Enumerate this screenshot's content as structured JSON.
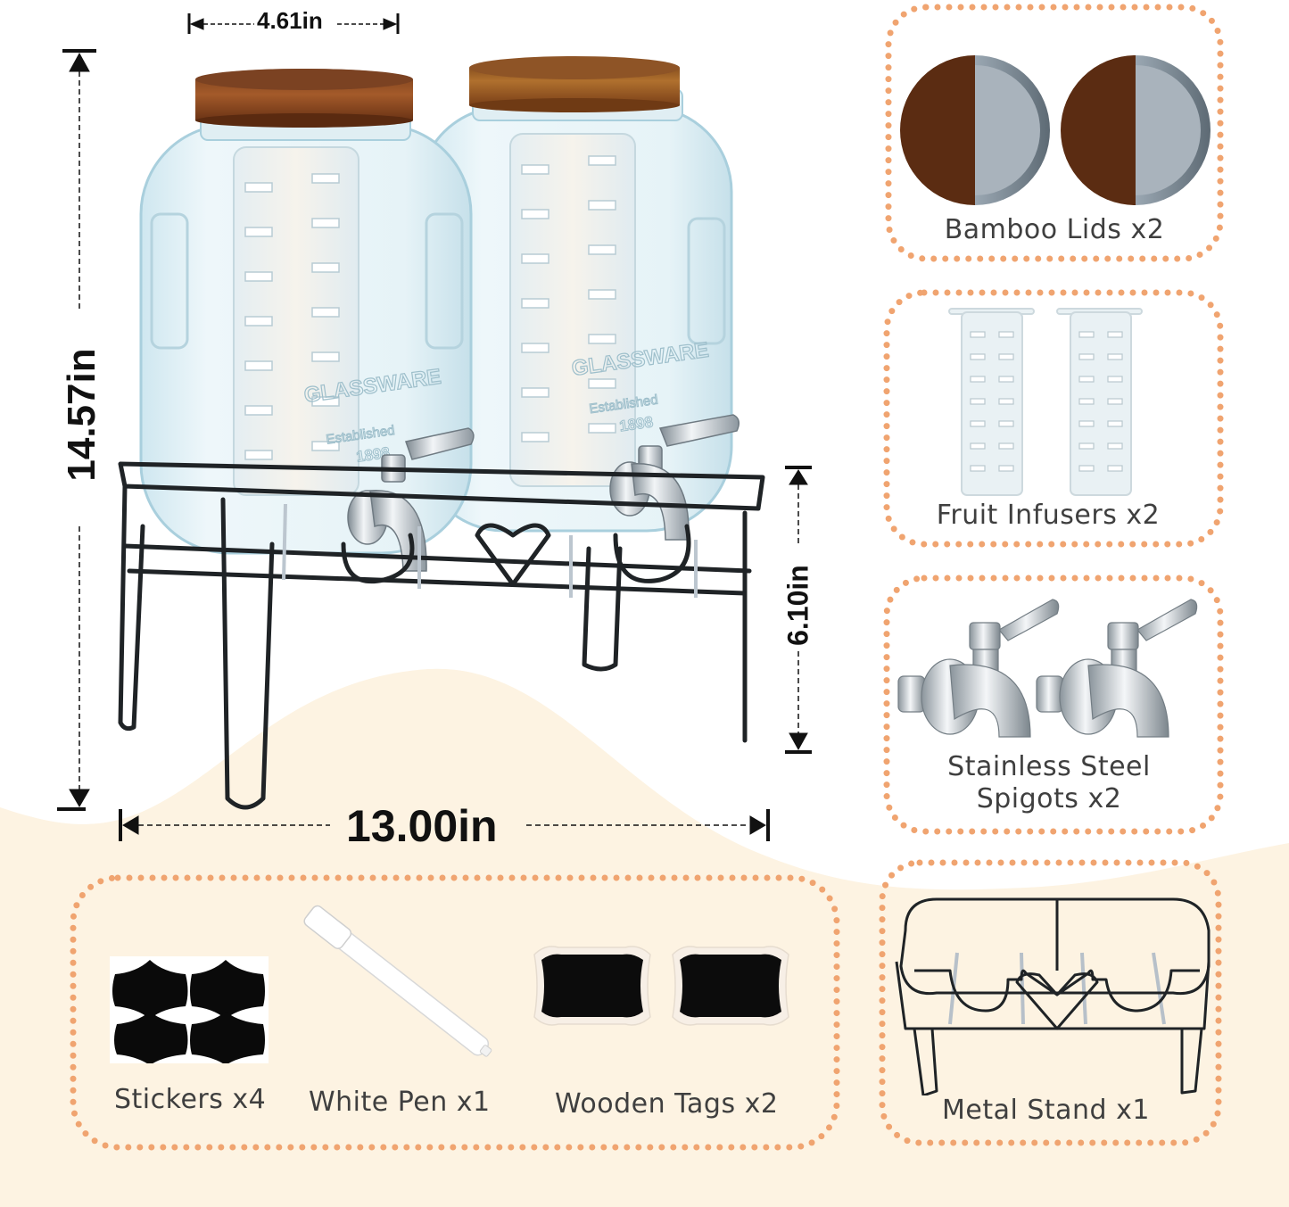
{
  "colors": {
    "background": "#ffffff",
    "cream": "#fdf3e2",
    "dot_border": "#f0a470",
    "wood_dark": "#5a2a12",
    "wood_light": "#a45a2a",
    "steel": "#b8c4cc",
    "glass": "#d8ecf3",
    "black": "#111111",
    "label_text": "#3f3f3f"
  },
  "dimensions": {
    "lid_width": "4.61in",
    "total_height": "14.57in",
    "stand_height": "6.10in",
    "stand_width": "13.00in"
  },
  "product": {
    "jar_embossing": [
      "GLASSWARE",
      "Established",
      "1898"
    ],
    "jar_count": 2
  },
  "components": {
    "right_column": [
      {
        "label": "Bamboo Lids x2",
        "icon": "bamboo-lid-icon"
      },
      {
        "label": "Fruit Infusers x2",
        "icon": "fruit-infuser-icon"
      },
      {
        "label": "Stainless Steel",
        "label_line2": "Spigots x2",
        "icon": "spigot-icon"
      },
      {
        "label": "Metal Stand x1",
        "icon": "metal-stand-icon"
      }
    ],
    "bottom_row": [
      {
        "label": "Stickers x4",
        "icon": "chalkboard-sticker-icon"
      },
      {
        "label": "White Pen x1",
        "icon": "white-pen-icon"
      },
      {
        "label": "Wooden Tags x2",
        "icon": "chalkboard-tag-icon"
      }
    ]
  }
}
